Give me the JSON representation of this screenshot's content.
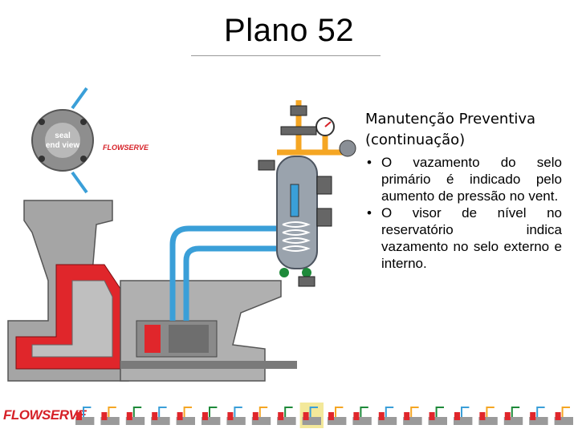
{
  "slide": {
    "title": "Plano 52"
  },
  "diagram": {
    "seal_end_view_label_line1": "seal",
    "seal_end_view_label_line2": "end view",
    "brand_small": "FLOWSERVE",
    "colors": {
      "pipe_blue": "#3a9fd8",
      "pipe_orange": "#f5a623",
      "pump_casing": "#8a8a8a",
      "process_red": "#e0262b",
      "reservoir_steel": "#9aa3ad"
    }
  },
  "text_panel": {
    "heading_line1": "Manutenção Preventiva",
    "heading_line2": "(continuação)",
    "bullets": [
      "O vazamento do selo primário é indicado pelo aumento de pressão no vent.",
      "O visor de nível no reservatório indica vazamento no selo externo e interno."
    ]
  },
  "footer": {
    "logo_text": "FLOWSERVE",
    "thumbnail_count": 20,
    "highlighted_thumbnail_index": 9
  }
}
